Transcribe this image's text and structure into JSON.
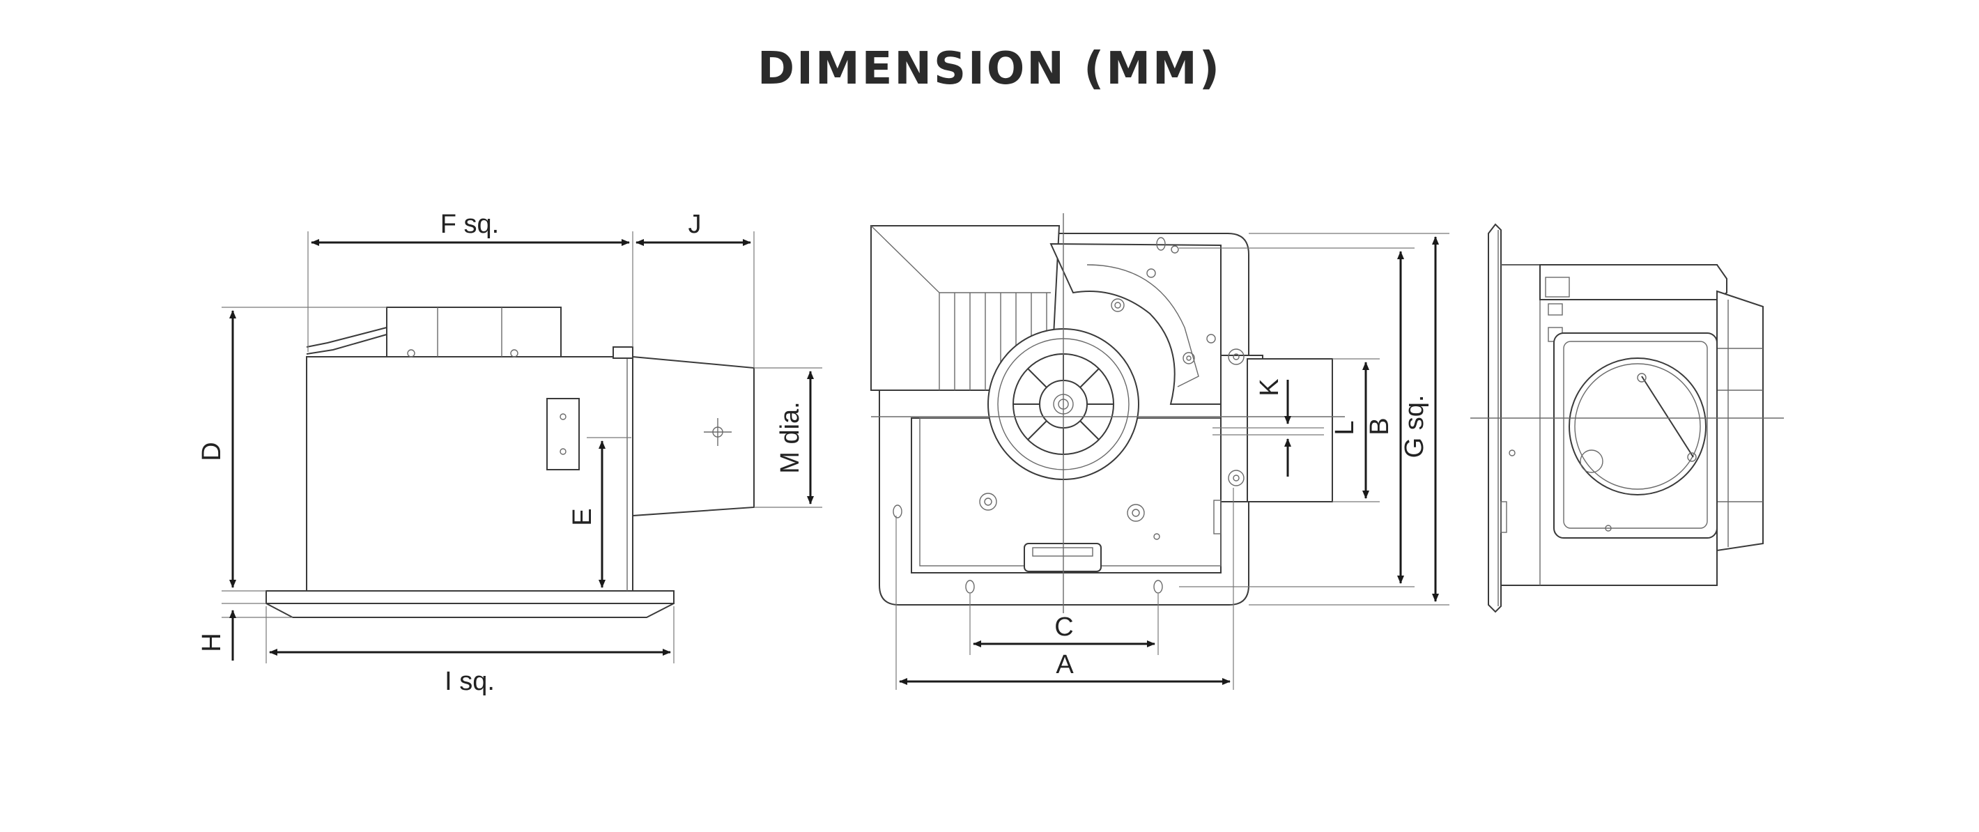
{
  "title": "DIMENSION (MM)",
  "labels": {
    "F": "F sq.",
    "J": "J",
    "D": "D",
    "E": "E",
    "M": "M dia.",
    "H": "H",
    "I": "I sq.",
    "K": "K",
    "L": "L",
    "B": "B",
    "G": "G sq.",
    "C": "C",
    "A": "A"
  },
  "views": [
    "side-view",
    "bottom-view",
    "profile-view"
  ]
}
